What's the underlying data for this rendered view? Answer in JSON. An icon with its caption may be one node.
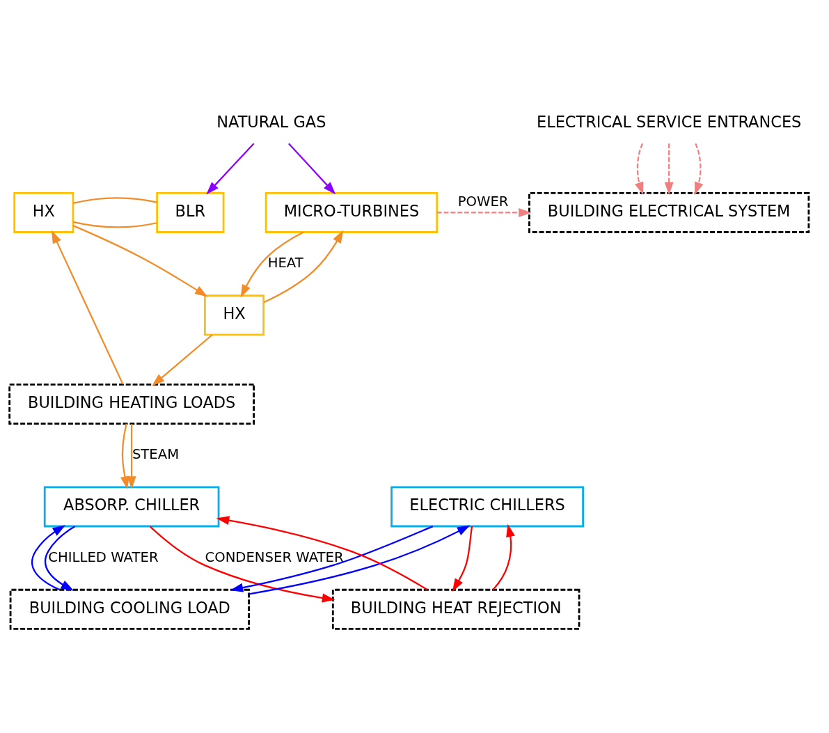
{
  "diagram": {
    "nodes": [
      {
        "text": [
          "HX"
        ]
      },
      {
        "text": [
          "BLR"
        ]
      },
      {
        "text": [
          "MICRO-TURBINES"
        ]
      },
      {
        "text": [
          "BUILDING ELECTRICAL SYSTEM"
        ]
      },
      {
        "text": [
          "HX"
        ]
      },
      {
        "text": [
          "BUILDING HEATING LOADS"
        ]
      },
      {
        "text": [
          "ABSORP. CHILLER"
        ]
      },
      {
        "text": [
          "ELECTRIC CHILLERS"
        ]
      },
      {
        "text": [
          "BUILDING COOLING LOAD"
        ]
      },
      {
        "text": [
          "BUILDING HEAT REJECTION"
        ]
      },
      {
        "text": [
          "NATURAL GAS"
        ]
      },
      {
        "text": [
          "ELECTRICAL SERVICE ENTRANCES"
        ]
      }
    ],
    "edges": [
      {
        "from": 10,
        "to": 2,
        "arrow": "to",
        "color": "#8b00ff"
      },
      {
        "from": 10,
        "to": 1,
        "arrow": "to",
        "color": "#8b00ff"
      },
      {
        "from": 11,
        "to": 3,
        "arrow": "to",
        "style": "dashed",
        "color": "#f08080"
      },
      {
        "from": 11,
        "to": 3,
        "arrow": "to",
        "style": "dashed",
        "color": "#f08080"
      },
      {
        "from": 11,
        "to": 3,
        "arrow": "to",
        "style": "dashed",
        "color": "#f08080"
      },
      {
        "from": 0,
        "to": 1,
        "arrow": "none"
      },
      {
        "from": 0,
        "to": 1,
        "arrow": "none"
      },
      {
        "from": 0,
        "to": 4,
        "arrow": "to"
      },
      {
        "from": 4,
        "to": 2,
        "arrow": "to"
      },
      {
        "from": 2,
        "to": 4,
        "label": "HEAT",
        "arrow": "to"
      },
      {
        "from": 2,
        "to": 3,
        "label": "POWER",
        "arrow": "to",
        "style": "dashed",
        "color": "#f08080"
      },
      {
        "from": 4,
        "to": 5,
        "arrow": "to"
      },
      {
        "from": 5,
        "to": 0,
        "arrow": "to"
      },
      {
        "from": 5,
        "to": 6,
        "arrow": "to"
      },
      {
        "from": 5,
        "to": 6,
        "label": "STEAM",
        "arrow": "to"
      },
      {
        "from": 6,
        "to": 8,
        "label": "CHILLED WATER",
        "arrow": "to",
        "color": "#0000ff"
      },
      {
        "from": 7,
        "to": 8,
        "arrow": "to",
        "color": "#0000ff"
      },
      {
        "from": 8,
        "to": 6,
        "arrow": "to",
        "color": "#0000ff"
      },
      {
        "from": 8,
        "to": 7,
        "arrow": "to",
        "color": "#0000ff"
      },
      {
        "from": 6,
        "to": 9,
        "label": "CONDENSER WATER",
        "arrow": "to",
        "color": "#ff0000"
      },
      {
        "from": 7,
        "to": 9,
        "arrow": "to",
        "color": "#ff0000"
      },
      {
        "from": 9,
        "to": 6,
        "arrow": "to",
        "color": "#ff0000"
      },
      {
        "from": 9,
        "to": 7,
        "arrow": "to",
        "color": "#ff0000"
      }
    ]
  }
}
